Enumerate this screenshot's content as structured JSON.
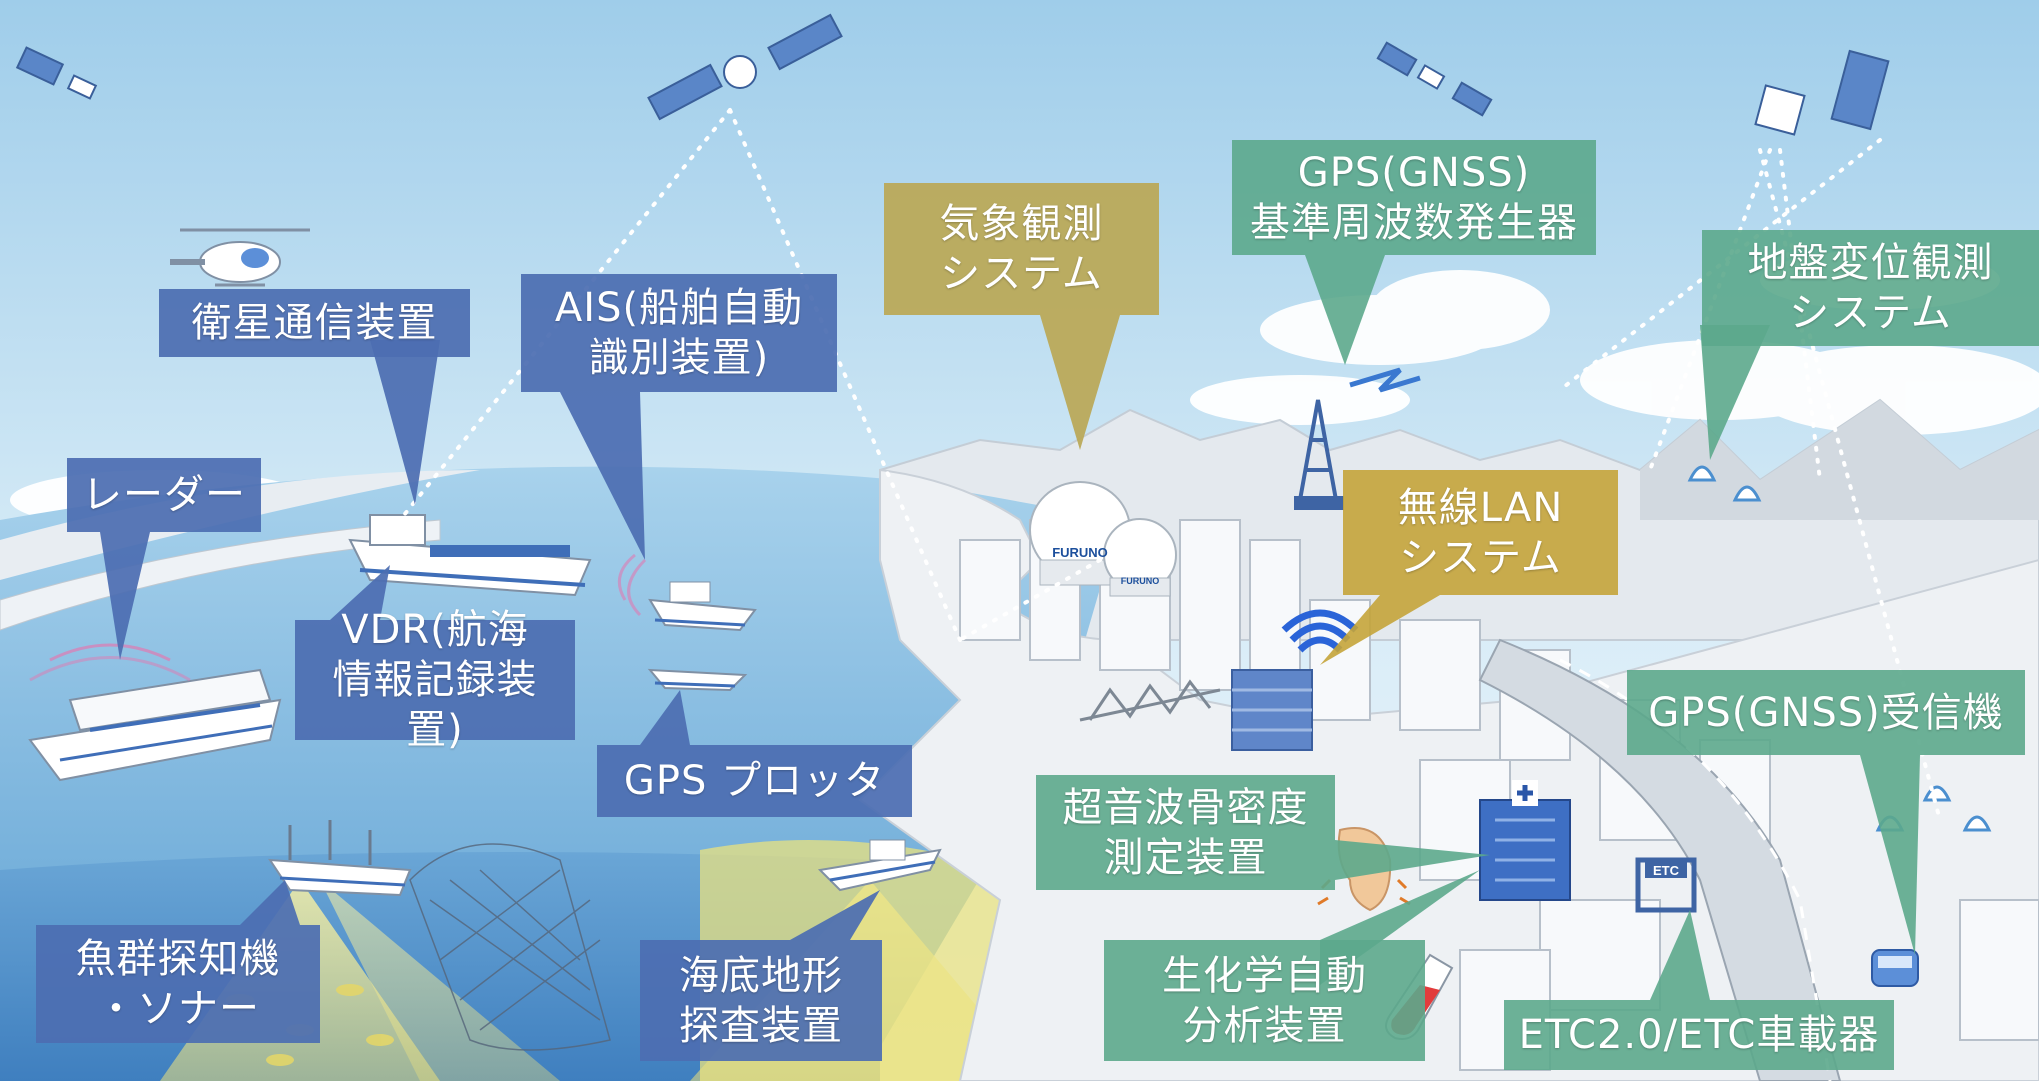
{
  "colors": {
    "blue_callout": "#4c6eb2",
    "olive_callout": "#baa856",
    "green_callout": "#5ca88c",
    "gold_callout": "#c4a43a",
    "sky": "#bfe0f2",
    "sea": "#8fc3e4"
  },
  "callouts": {
    "satellite_comm": "衛星通信装置",
    "ais": "AIS(船舶自動\n識別装置)",
    "radar": "レーダー",
    "vdr": "VDR(航海\n情報記録装置)",
    "gps_plotter": "GPS プロッタ",
    "fish_finder": "魚群探知機\n・ソナー",
    "seabed_survey": "海底地形\n探査装置",
    "weather": "気象観測\nシステム",
    "gps_reference": "GPS(GNSS)\n基準周波数発生器",
    "ground_displacement": "地盤変位観測\nシステム",
    "wireless_lan": "無線LAN\nシステム",
    "gps_receiver": "GPS(GNSS)受信機",
    "bone_density": "超音波骨密度\n測定装置",
    "biochem": "生化学自動\n分析装置",
    "etc": "ETC2.0/ETC車載器"
  },
  "scene": {
    "radome_label_1": "FURUNO",
    "radome_label_2": "FURUNO",
    "etc_gate_label": "ETC"
  }
}
